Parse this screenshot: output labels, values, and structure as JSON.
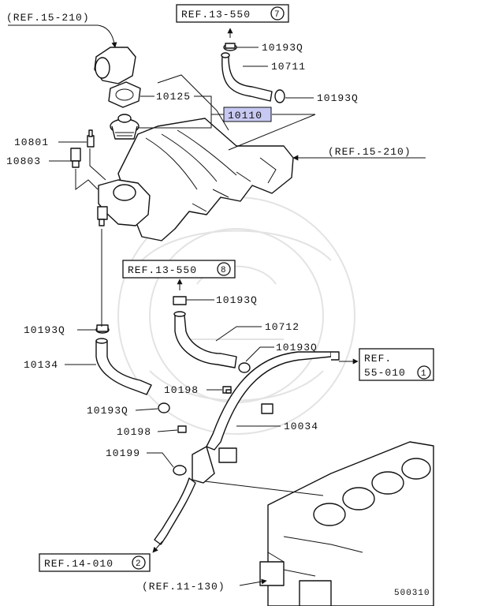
{
  "diagram_id": "500310",
  "references": {
    "ref_15_210_top": "(REF.15-210)",
    "ref_13_550_top": "REF.13-550",
    "ref_13_550_top_num": "7",
    "ref_15_210_right": "(REF.15-210)",
    "ref_13_550_mid": "REF.13-550",
    "ref_13_550_mid_num": "8",
    "ref_55_010_line1": "REF.",
    "ref_55_010_line2": "55-010",
    "ref_55_010_num": "1",
    "ref_14_010": "REF.14-010",
    "ref_14_010_num": "2",
    "ref_11_130": "(REF.11-130)"
  },
  "parts": {
    "p10193q_top_a": "10193Q",
    "p10711": "10711",
    "p10193q_top_b": "10193Q",
    "p10125": "10125",
    "p10110": "10110",
    "p10801": "10801",
    "p10803": "10803",
    "p10193q_mid": "10193Q",
    "p10712": "10712",
    "p10193q_left": "10193Q",
    "p10193q_right": "10193Q",
    "p10134": "10134",
    "p10198_a": "10198",
    "p10193q_lower": "10193Q",
    "p10198_b": "10198",
    "p10034": "10034",
    "p10199": "10199"
  },
  "highlight_color": "#c7c9f2"
}
